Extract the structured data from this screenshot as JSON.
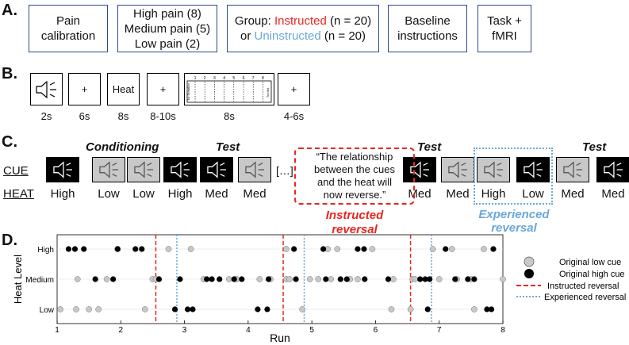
{
  "panels": {
    "a": "A.",
    "b": "B.",
    "c": "C.",
    "d": "D."
  },
  "panel_a": {
    "box1": [
      "Pain",
      "calibration"
    ],
    "box2": [
      "High pain (8)",
      "Medium pain (5)",
      "Low pain (2)"
    ],
    "box3": {
      "group": "Group: ",
      "instructed": "Instructed",
      "n1": " (n = 20)",
      "or": "or ",
      "uninstructed": "Uninstructed",
      "n2": " (n = 20)"
    },
    "box4": [
      "Baseline",
      "instructions"
    ],
    "box5": [
      "Task +",
      "fMRI"
    ]
  },
  "panel_b": {
    "heat": "Heat",
    "fix": "+",
    "scale_numbers": [
      "1",
      "2",
      "3",
      "4",
      "5",
      "6",
      "7",
      "8"
    ],
    "scale_left": "No Sensation",
    "scale_right": "Too Hot",
    "durations": [
      "2s",
      "6s",
      "8s",
      "8-10s",
      "8s",
      "4-6s"
    ]
  },
  "panel_c": {
    "cue_label": "CUE",
    "heat_label": "HEAT",
    "conditioning": "Conditioning",
    "test": "Test",
    "ellipsis": "[…]",
    "quote": [
      "“The relationship",
      "between the cues",
      "and the heat will",
      "now reverse.”"
    ],
    "instructed": [
      "Instructed",
      "reversal"
    ],
    "experienced": [
      "Experienced",
      "reversal"
    ],
    "heats": [
      "High",
      "Low",
      "Low",
      "High",
      "Med",
      "Med",
      "Med",
      "Med",
      "High",
      "Low",
      "Med",
      "Med"
    ],
    "cue_types": [
      "hi",
      "lo",
      "lo",
      "hi",
      "hi",
      "lo",
      "hi",
      "lo",
      "lo",
      "hi",
      "lo",
      "hi"
    ],
    "colors": {
      "instructed": "#e8261f",
      "experienced": "#6aa8d8",
      "low_cue": "#c8c8c8",
      "high_cue": "#000000"
    }
  },
  "chart_data": {
    "type": "scatter",
    "xlabel": "Run",
    "ylabel": "Heat Level",
    "xlim": [
      1,
      8
    ],
    "xticks": [
      "1",
      "2",
      "3",
      "4",
      "5",
      "6",
      "7",
      "8"
    ],
    "yticks": [
      "Low",
      "Medium",
      "High"
    ],
    "legend": [
      "Original low cue",
      "Original high cue",
      "Instructed reversal",
      "Experienced reversal"
    ],
    "instructed_reversal_x": [
      2.55,
      4.55,
      6.55
    ],
    "experienced_reversal_x": [
      2.88,
      4.88,
      6.88
    ],
    "low_cue": {
      "High": [
        1.95,
        2.75,
        3.1,
        4.6,
        5.25,
        5.4,
        5.95,
        6.9,
        7.2,
        7.7
      ],
      "Medium": [
        1.32,
        1.78,
        2.5,
        2.55,
        3.3,
        3.7,
        3.82,
        4.18,
        4.35,
        4.6,
        4.65,
        4.97,
        5.1,
        5.3,
        5.6,
        5.72,
        6.28,
        6.58,
        6.62,
        7.0,
        7.28,
        7.5,
        8.0
      ],
      "Low": [
        1.05,
        1.3,
        1.5,
        1.65,
        2.38,
        4.85,
        6.25,
        6.55,
        7.55
      ]
    },
    "high_cue": {
      "High": [
        1.18,
        1.28,
        1.42,
        1.95,
        2.23,
        2.33,
        4.72,
        5.18,
        5.72,
        5.82,
        7.1,
        7.85
      ],
      "Medium": [
        1.6,
        1.88,
        2.6,
        2.93,
        3.35,
        3.43,
        3.55,
        3.78,
        3.9,
        4.32,
        4.75,
        5.22,
        5.45,
        5.55,
        5.83,
        6.2,
        6.7,
        6.78,
        6.85,
        7.25,
        7.45,
        7.55
      ],
      "Low": [
        2.85,
        3.05,
        3.13,
        4.15,
        4.3,
        6.82,
        7.75,
        7.82
      ]
    }
  }
}
